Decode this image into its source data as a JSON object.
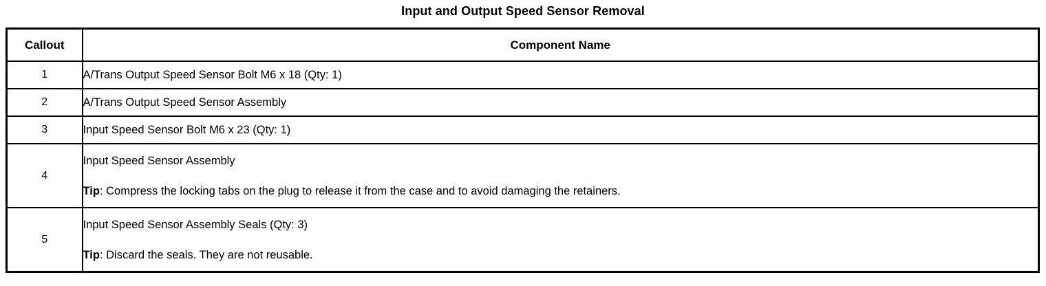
{
  "document": {
    "title": "Input and Output Speed Sensor Removal"
  },
  "table": {
    "headers": {
      "callout": "Callout",
      "component_name": "Component Name"
    },
    "rows": [
      {
        "callout": "1",
        "component_name": "A/Trans Output Speed Sensor Bolt M6 x 18 (Qty: 1)",
        "tip_label": "",
        "tip_text": ""
      },
      {
        "callout": "2",
        "component_name": "A/Trans Output Speed Sensor Assembly",
        "tip_label": "",
        "tip_text": ""
      },
      {
        "callout": "3",
        "component_name": "Input Speed Sensor Bolt M6 x 23 (Qty: 1)",
        "tip_label": "",
        "tip_text": ""
      },
      {
        "callout": "4",
        "component_name": "Input Speed Sensor Assembly",
        "tip_label": "Tip",
        "tip_text": ": Compress the locking tabs on the plug to release it from the case and to avoid damaging the retainers."
      },
      {
        "callout": "5",
        "component_name": "Input Speed Sensor Assembly Seals (Qty: 3)",
        "tip_label": "Tip",
        "tip_text": ": Discard the seals. They are not reusable."
      }
    ]
  },
  "style": {
    "text_color": "#000000",
    "background_color": "#ffffff",
    "border_color": "#000000"
  }
}
